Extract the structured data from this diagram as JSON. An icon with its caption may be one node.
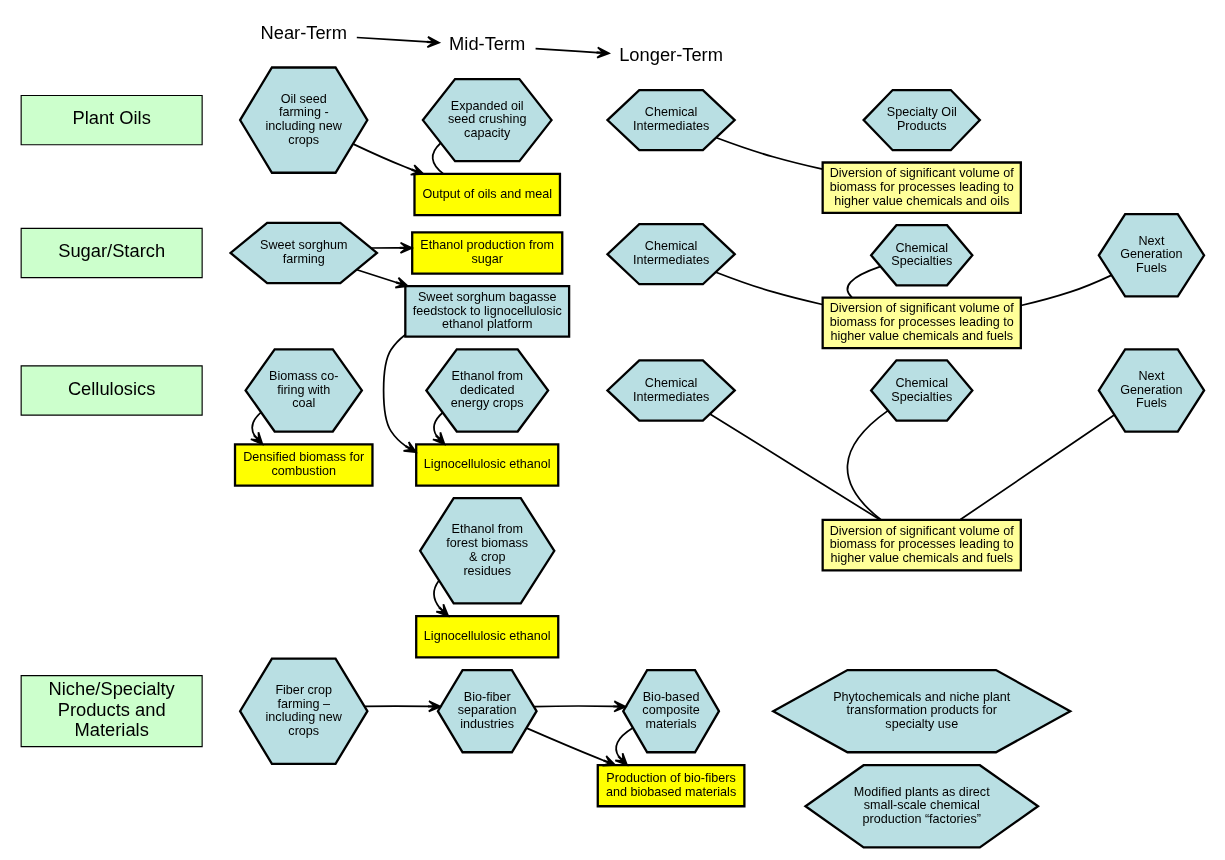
{
  "diagram": {
    "nodes": [
      {
        "text": [
          "Near-Term"
        ]
      },
      {
        "text": [
          "Mid-Term"
        ]
      },
      {
        "text": [
          "Longer-Term"
        ]
      },
      {
        "text": [
          "Plant Oils"
        ]
      },
      {
        "text": [
          "Oil seed farming - including new crops"
        ]
      },
      {
        "text": [
          "Expanded oil seed crushing capacity"
        ]
      },
      {
        "text": [
          "Output of oils and meal"
        ]
      },
      {
        "text": [
          "Chemical Intermediates"
        ]
      },
      {
        "text": [
          "Specialty Oil Products"
        ]
      },
      {
        "text": [
          "Diversion of significant volume of biomass for processes leading to higher value chemicals and oils"
        ]
      },
      {
        "text": [
          "Sugar/Starch"
        ]
      },
      {
        "text": [
          "Sweet sorghum farming"
        ]
      },
      {
        "text": [
          "Ethanol production from sugar"
        ]
      },
      {
        "text": [
          "Sweet sorghum bagasse feedstock to lignocellulosic ethanol platform"
        ]
      },
      {
        "text": [
          "Chemical Intermediates"
        ]
      },
      {
        "text": [
          "Chemical Specialties"
        ]
      },
      {
        "text": [
          "Next Generation Fuels"
        ]
      },
      {
        "text": [
          "Diversion of significant volume of biomass for processes leading to higher value chemicals and fuels"
        ]
      },
      {
        "text": [
          "Cellulosics"
        ]
      },
      {
        "text": [
          "Biomass co-firing with coal"
        ]
      },
      {
        "text": [
          "Densified biomass for combustion"
        ]
      },
      {
        "text": [
          "Ethanol from dedicated energy crops"
        ]
      },
      {
        "text": [
          "Lignocellulosic ethanol"
        ]
      },
      {
        "text": [
          "Ethanol from forest biomass & crop residues"
        ]
      },
      {
        "text": [
          "Lignocellulosic ethanol"
        ]
      },
      {
        "text": [
          "Chemical Intermediates"
        ]
      },
      {
        "text": [
          "Chemical Specialties"
        ]
      },
      {
        "text": [
          "Next Generation Fuels"
        ]
      },
      {
        "text": [
          "Diversion of significant volume of biomass for processes leading to higher value chemicals and fuels"
        ]
      },
      {
        "text": [
          "Niche/Specialty Products and Materials"
        ]
      },
      {
        "text": [
          "Fiber crop farming – including new crops"
        ]
      },
      {
        "text": [
          "Bio-fiber separation industries"
        ]
      },
      {
        "text": [
          "Bio-based composite materials"
        ]
      },
      {
        "text": [
          "Production of bio-fibers and biobased materials"
        ]
      },
      {
        "text": [
          "Phytochemicals and niche plant transformation products for specialty use"
        ]
      },
      {
        "text": [
          "Modified plants as direct small-scale chemical production “factories”"
        ]
      }
    ],
    "edges": [
      {
        "from": 0,
        "to": 1,
        "arrow": "to"
      },
      {
        "from": 1,
        "to": 2,
        "arrow": "to"
      },
      {
        "from": 4,
        "to": 6,
        "arrow": "to"
      },
      {
        "from": 5,
        "to": 6,
        "arrow": "none"
      },
      {
        "from": 7,
        "to": 9,
        "arrow": "none"
      },
      {
        "from": 11,
        "to": 12,
        "arrow": "to"
      },
      {
        "from": 11,
        "to": 13,
        "arrow": "to"
      },
      {
        "from": 13,
        "to": 22,
        "arrow": "to"
      },
      {
        "from": 14,
        "to": 17,
        "arrow": "none"
      },
      {
        "from": 15,
        "to": 17,
        "arrow": "none"
      },
      {
        "from": 16,
        "to": 17,
        "arrow": "none"
      },
      {
        "from": 19,
        "to": 20,
        "arrow": "to"
      },
      {
        "from": 21,
        "to": 22,
        "arrow": "to"
      },
      {
        "from": 23,
        "to": 24,
        "arrow": "to"
      },
      {
        "from": 25,
        "to": 28,
        "arrow": "none"
      },
      {
        "from": 26,
        "to": 28,
        "arrow": "none"
      },
      {
        "from": 27,
        "to": 28,
        "arrow": "none"
      },
      {
        "from": 30,
        "to": 31,
        "arrow": "to"
      },
      {
        "from": 31,
        "to": 32,
        "arrow": "to"
      },
      {
        "from": 31,
        "to": 33,
        "arrow": "to"
      },
      {
        "from": 32,
        "to": 33,
        "arrow": "to"
      }
    ]
  }
}
